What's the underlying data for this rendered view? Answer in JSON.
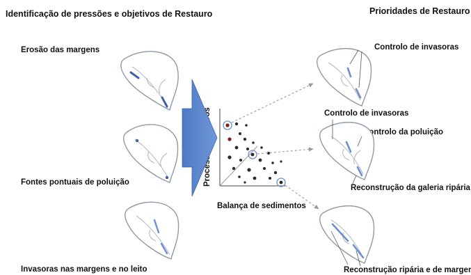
{
  "left": {
    "title": "Identificação de pressões e objetivos de Restauro",
    "items": [
      {
        "label": "Erosão das margens",
        "icon": "watershed-erosion-icon"
      },
      {
        "label": "Fontes pontuais de poluição",
        "icon": "watershed-pollution-icon"
      },
      {
        "label": "Invasoras nas margens e no leito",
        "icon": "watershed-invasive-icon"
      }
    ]
  },
  "center": {
    "arrow_icon": "right-arrow-icon",
    "ylabel": "Processos invasivos",
    "xlabel": "Balança de sedimentos"
  },
  "right": {
    "title": "Prioridades de Restauro",
    "labels": [
      "Controlo de invasoras",
      "Controlo de invasoras",
      "Controlo da poluição",
      "Reconstrução da galeria ripária",
      "Reconstrução ripária e de margens"
    ]
  },
  "colors": {
    "arrow": "#5b86cc",
    "river": "#9aa6b3",
    "highlight": "#6c8fd1",
    "dot": "#2a2a2a",
    "dot_red": "#7a1e1e"
  }
}
